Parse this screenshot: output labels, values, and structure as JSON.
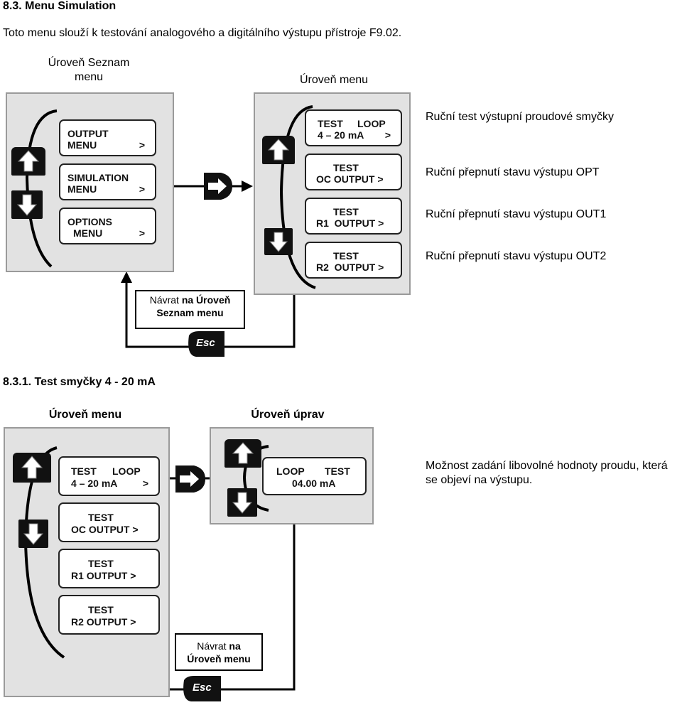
{
  "section": {
    "heading": "8.3. Menu Simulation",
    "intro": "Toto menu slouží k testování analogového a digitálního výstupu přístroje F9.02.",
    "left_label_line1": "Úroveň Seznam",
    "left_label_line2": "menu",
    "right_label": "Úroveň menu",
    "list_items": [
      {
        "line1": "OUTPUT",
        "line2": "MENU",
        "arrow": ">"
      },
      {
        "line1": "SIMULATION",
        "line2": "MENU",
        "arrow": ">"
      },
      {
        "line1": "OPTIONS",
        "line2": "MENU",
        "arrow": ">"
      }
    ],
    "menu_items": [
      {
        "line1a": "TEST",
        "line1b": "LOOP",
        "line2": "4 – 20 mA",
        "arrow": ">"
      },
      {
        "line1": "TEST",
        "line2": "OC OUTPUT >"
      },
      {
        "line1": "TEST",
        "line2": "R1  OUTPUT >"
      },
      {
        "line1": "TEST",
        "line2": "R2  OUTPUT >"
      }
    ],
    "descriptions": [
      "Ruční test výstupní proudové smyčky",
      "Ruční přepnutí stavu výstupu OPT",
      "Ruční přepnutí stavu výstupu OUT1",
      "Ruční přepnutí stavu výstupu OUT2"
    ],
    "return_box": {
      "line1_a": "Návrat ",
      "line1_b": "na Úroveň",
      "line2": "Seznam menu"
    },
    "esc_label": "Esc"
  },
  "subsection": {
    "heading": "8.3.1. Test smyčky 4 - 20 mA",
    "left_label": "Úroveň menu",
    "right_label": "Úroveň úprav",
    "menu_items": [
      {
        "line1a": "TEST",
        "line1b": "LOOP",
        "line2": "4 – 20 mA",
        "arrow": ">"
      },
      {
        "line1": "TEST",
        "line2": "OC OUTPUT >"
      },
      {
        "line1": "TEST",
        "line2": "R1 OUTPUT >"
      },
      {
        "line1": "TEST",
        "line2": "R2 OUTPUT >"
      }
    ],
    "edit_display": {
      "line1a": "LOOP",
      "line1b": "TEST",
      "line2": "04.00 mA"
    },
    "description_line1": "Možnost zadání libovolné hodnoty proudu, která",
    "description_line2": "se objeví na výstupu.",
    "return_box": {
      "line1_a": "Návrat ",
      "line1_b": "na",
      "line2": "Úroveň menu"
    },
    "esc_label": "Esc"
  }
}
